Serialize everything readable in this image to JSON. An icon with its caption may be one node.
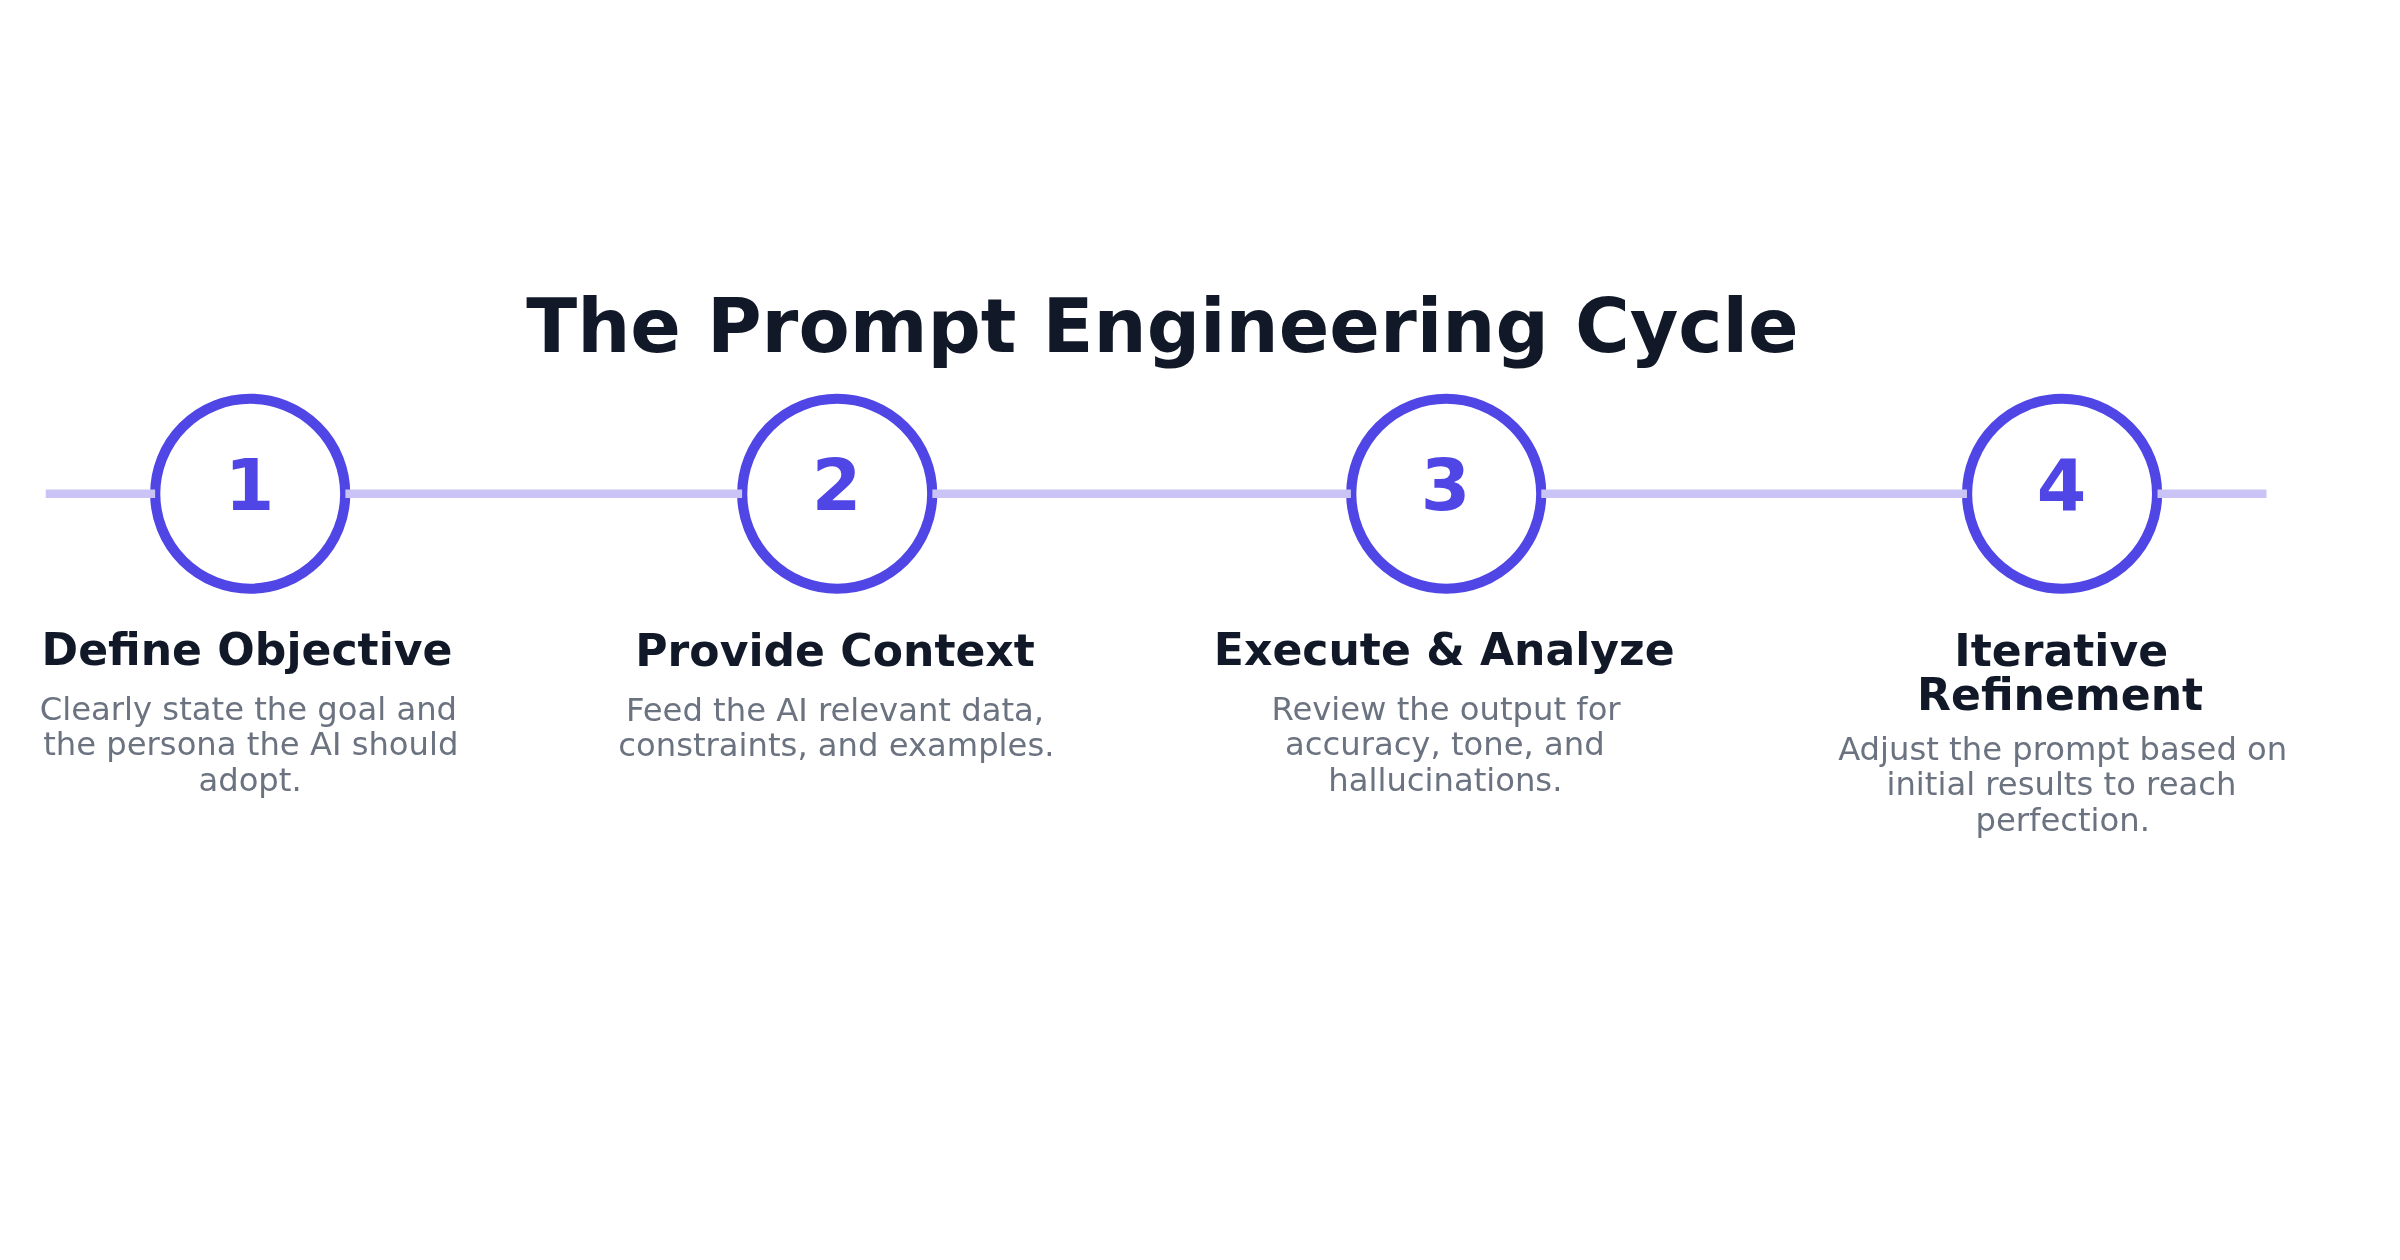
{
  "diagram": {
    "title": "The Prompt Engineering Cycle",
    "nodes": [
      {
        "text": [
          "1"
        ],
        "beside": [
          "Define Objective",
          "Clearly state the goal and the persona the AI should adopt."
        ]
      },
      {
        "text": [
          "2"
        ],
        "beside": [
          "Provide Context",
          "Feed the AI relevant data, constraints, and examples."
        ]
      },
      {
        "text": [
          "3"
        ],
        "beside": [
          "Execute & Analyze",
          "Review the output for accuracy, tone, and hallucinations."
        ]
      },
      {
        "text": [
          "4"
        ],
        "beside": [
          "Iterative Refinement",
          "Adjust the prompt based on initial results to reach perfection."
        ]
      }
    ],
    "edges": [
      {
        "from": null,
        "to": 0,
        "arrow": "none"
      },
      {
        "from": 0,
        "to": 1,
        "arrow": "none"
      },
      {
        "from": 1,
        "to": 2,
        "arrow": "none"
      },
      {
        "from": 2,
        "to": 3,
        "arrow": "none"
      },
      {
        "from": 3,
        "to": null,
        "arrow": "none"
      }
    ]
  }
}
